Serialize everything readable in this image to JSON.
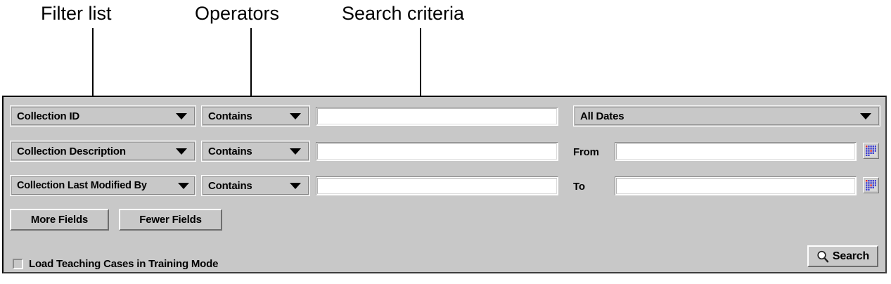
{
  "annotations": [
    {
      "label": "Filter list",
      "icon": "leader-line-icon"
    },
    {
      "label": "Operators",
      "icon": "leader-line-icon"
    },
    {
      "label": "Search criteria",
      "icon": "leader-line-icon"
    }
  ],
  "panel": {
    "background_color": "#c8c8c8",
    "filter_rows": [
      {
        "field_select": {
          "value": "Collection ID",
          "arrow_icon": "chevron-down-icon"
        },
        "operator_select": {
          "value": "Contains",
          "arrow_icon": "chevron-down-icon"
        },
        "criteria_input": {
          "value": "",
          "placeholder": ""
        }
      },
      {
        "field_select": {
          "value": "Collection Description",
          "arrow_icon": "chevron-down-icon"
        },
        "operator_select": {
          "value": "Contains",
          "arrow_icon": "chevron-down-icon"
        },
        "criteria_input": {
          "value": "",
          "placeholder": ""
        }
      },
      {
        "field_select": {
          "value": "Collection Last Modified By",
          "arrow_icon": "chevron-down-icon"
        },
        "operator_select": {
          "value": "Contains",
          "arrow_icon": "chevron-down-icon"
        },
        "criteria_input": {
          "value": "",
          "placeholder": ""
        }
      }
    ],
    "date_section": {
      "range_select": {
        "value": "All Dates",
        "arrow_icon": "chevron-down-icon"
      },
      "from": {
        "label": "From",
        "input": {
          "value": "",
          "placeholder": ""
        },
        "picker_icon": "calendar-icon"
      },
      "to": {
        "label": "To",
        "input": {
          "value": "",
          "placeholder": ""
        },
        "picker_icon": "calendar-icon"
      }
    },
    "field_buttons": {
      "more_label": "More Fields",
      "fewer_label": "Fewer Fields"
    },
    "training_checkbox": {
      "label": "Load Teaching Cases in Training Mode",
      "checked": false
    },
    "search_button": {
      "label": "Search",
      "icon": "magnifier-icon"
    }
  },
  "colors": {
    "panel_face": "#c8c8c8",
    "field_white": "#ffffff",
    "text_black": "#000000",
    "calendar_blue": "#4040d0",
    "calendar_red": "#e03030"
  }
}
